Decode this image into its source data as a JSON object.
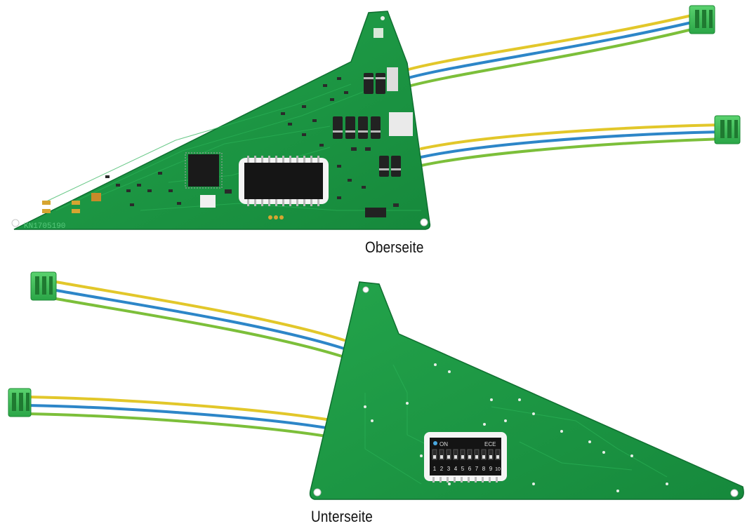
{
  "captions": {
    "top": "Oberseite",
    "bottom": "Unterseite"
  },
  "board_markings": {
    "serial": "KN1705190",
    "dip_on": "ON",
    "dip_brand": "ECE",
    "dip_numbers": [
      "1",
      "2",
      "3",
      "4",
      "5",
      "6",
      "7",
      "8",
      "9",
      "10"
    ]
  },
  "colors": {
    "pcb": "#1f9a45",
    "pcb_dark": "#13823a",
    "wire_yellow": "#e2c72a",
    "wire_blue": "#2d86c8",
    "wire_green": "#7cbf3a",
    "connector": "#3fc25a"
  }
}
